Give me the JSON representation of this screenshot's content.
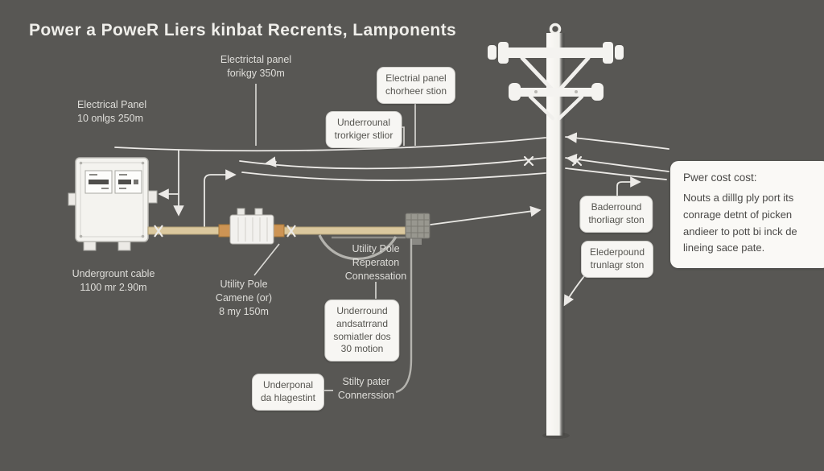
{
  "title": "Power a  PoweR Liers kinbat Recrents, Lamponents",
  "labels": {
    "electrical_panel_top": "Electrictal panel\nforikgy 350m",
    "electrial_panel_chorheer": "Electrial panel\nchorheer stion",
    "underrounal_trorkiger": "Underrounal\ntrorkiger stlior",
    "electrical_panel_left": "Electrical Panel\n10 onlgs 250m",
    "undergrount_cable": "Undergrount cable\n1100 mr 2.90m",
    "utility_pole_camene": "Utility Pole\nCamene (or)\n8 my 150m",
    "utility_pole_reperaton": "Utility Pole\nReperaton\nConnessation",
    "underround_somiatler": "Underround\nandsatrrand\nsomiatler dos\n30 motion",
    "underponal": "Underponal\nda hlagestint",
    "stilty_pater": "Stilty pater\nConnerssion",
    "baderround": "Baderround\nthorliagr ston",
    "elederpound": "Elederpound\ntrunlagr ston"
  },
  "info_box": {
    "heading": "Pwer cost cost:",
    "body": "Nouts a dilllg ply port its\nconrage detnt of picken\nandieer to pott bi inck de\nlineing sace pate."
  },
  "icons": {
    "cable_break_icon": "✕"
  },
  "colors": {
    "background": "#585754",
    "line": "#eceae7",
    "label_text": "#dfdeda",
    "box_background": "#f7f6f3",
    "box_text": "#565550",
    "cable": "#dbc89e",
    "cable_collar": "#cd9454",
    "pole": "#f4f3f0"
  }
}
